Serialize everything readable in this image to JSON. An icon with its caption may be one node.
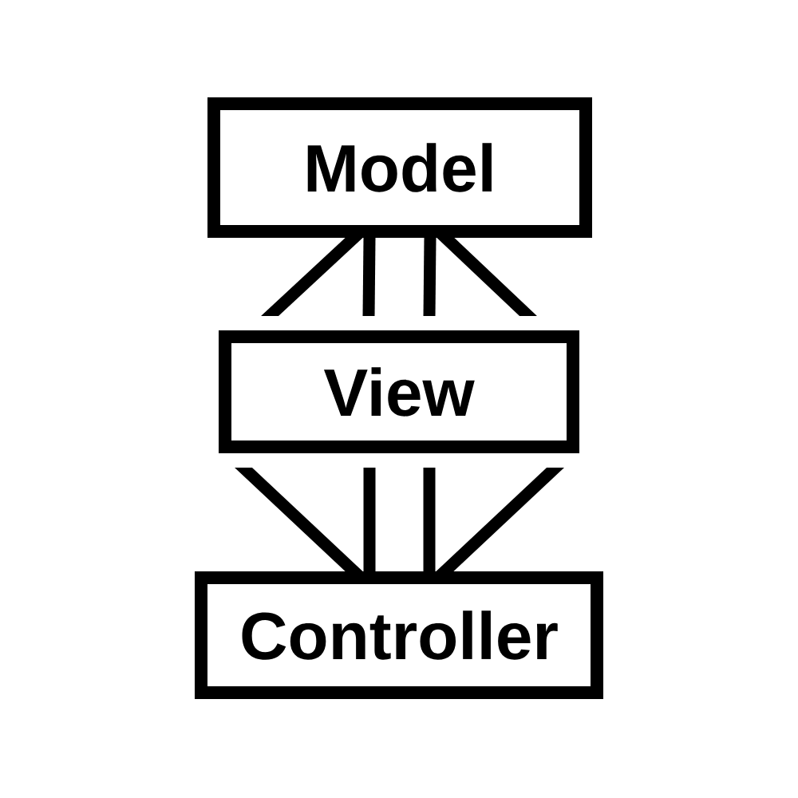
{
  "diagram": {
    "nodes": [
      {
        "text": [
          "Model"
        ]
      },
      {
        "text": [
          "View"
        ]
      },
      {
        "text": [
          "Controller"
        ]
      }
    ],
    "edges": [
      {
        "from": 0,
        "to": 1,
        "arrow": "none"
      },
      {
        "from": 0,
        "to": 1,
        "arrow": "none"
      },
      {
        "from": 0,
        "to": 1,
        "arrow": "none"
      },
      {
        "from": 0,
        "to": 1,
        "arrow": "none"
      },
      {
        "from": 1,
        "to": 2,
        "arrow": "none"
      },
      {
        "from": 1,
        "to": 2,
        "arrow": "none"
      },
      {
        "from": 1,
        "to": 2,
        "arrow": "none"
      },
      {
        "from": 1,
        "to": 2,
        "arrow": "none"
      }
    ]
  }
}
